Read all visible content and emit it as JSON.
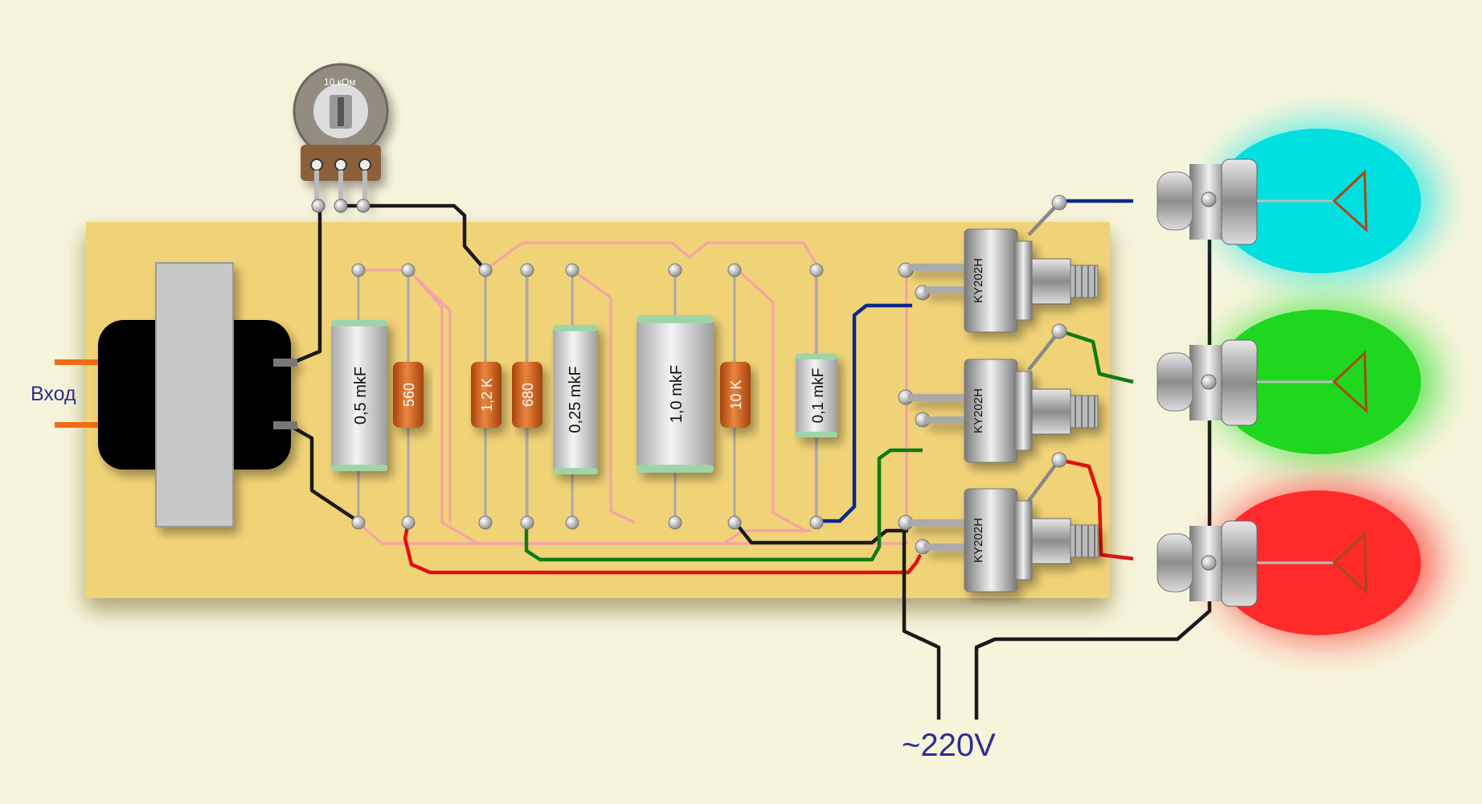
{
  "labels": {
    "input": "Вход",
    "mains": "~220V",
    "potentiometer": "10 кОм"
  },
  "capacitors": [
    {
      "id": "c1",
      "label": "0,5 mkF"
    },
    {
      "id": "c2",
      "label": "0,25 mkF"
    },
    {
      "id": "c3",
      "label": "1,0 mkF"
    },
    {
      "id": "c4",
      "label": "0,1 mkF"
    }
  ],
  "resistors": [
    {
      "id": "r1",
      "label": "560"
    },
    {
      "id": "r2",
      "label": "1,2 K"
    },
    {
      "id": "r3",
      "label": "680"
    },
    {
      "id": "r4",
      "label": "10 K"
    }
  ],
  "thyristors": [
    {
      "id": "t1",
      "label": "KY202H"
    },
    {
      "id": "t2",
      "label": "KY202H"
    },
    {
      "id": "t3",
      "label": "KY202H"
    }
  ],
  "lamps": [
    {
      "id": "blue",
      "glow_color": "#00e5e5",
      "wire_color": "#0a2a8a"
    },
    {
      "id": "green",
      "glow_color": "#1ee01e",
      "wire_color": "#117a11"
    },
    {
      "id": "red",
      "glow_color": "#ff2020",
      "wire_color": "#e01010"
    }
  ],
  "colors": {
    "background": "#f7f4dc",
    "board": "#f1d377",
    "trace": "#f2a6a6",
    "transformer_core": "#c8c8c8",
    "transformer_body": "#000000",
    "resistor_body": "#d6641d",
    "capacitor_body": "#d8d8d8",
    "label_text": "#2c2f8e"
  }
}
